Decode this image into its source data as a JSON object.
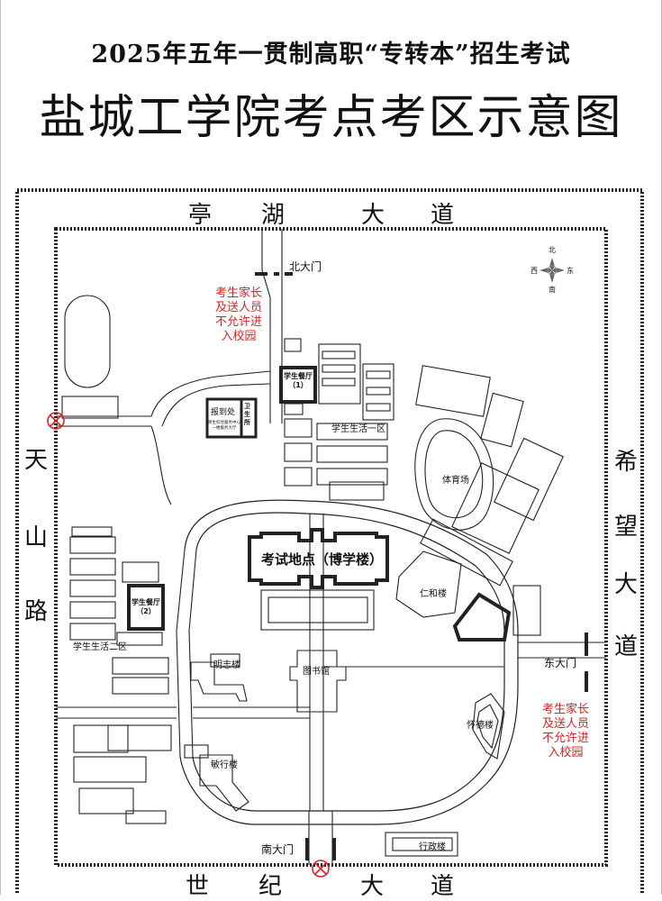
{
  "title": {
    "line1": "2025年五年一贯制高职“专转本”招生考试",
    "line2": "盐城工学院考点考区示意图"
  },
  "roads": {
    "north": [
      "亭",
      "湖",
      "大",
      "道"
    ],
    "south": [
      "世",
      "纪",
      "大",
      "道"
    ],
    "west": [
      "天",
      "山",
      "路"
    ],
    "east": [
      "希",
      "望",
      "大",
      "道"
    ]
  },
  "gates": {
    "north": "北大门",
    "east": "东大门",
    "south": "南大门"
  },
  "compass": {
    "n": "北",
    "s": "南",
    "w": "西",
    "e": "东"
  },
  "notices": {
    "north": [
      "考生家长",
      "及送人员",
      "不允许进",
      "入校园"
    ],
    "east": [
      "考生家长",
      "及送人员",
      "不允许进",
      "入校园"
    ]
  },
  "buildings": {
    "exam_site": "考试地点（博学楼）",
    "canteen1": [
      "学生餐厅",
      "（1）"
    ],
    "canteen2": [
      "学生餐厅",
      "（2）"
    ],
    "registration": "报到处",
    "registration_sub": [
      "师生综合服务中心",
      "一楼服务大厅"
    ],
    "clinic": [
      "卫",
      "生",
      "所"
    ],
    "dorm1": "学生生活一区",
    "dorm2": "学生生活二区",
    "stadium": "体育场",
    "renhe": "仁和楼",
    "library": "图书馆",
    "mingzhi": "明志楼",
    "huaide": "怀德楼",
    "minxing": "敏行楼",
    "admin": "行政楼"
  },
  "colors": {
    "ink": "#111111",
    "notice": "#dd2222"
  }
}
